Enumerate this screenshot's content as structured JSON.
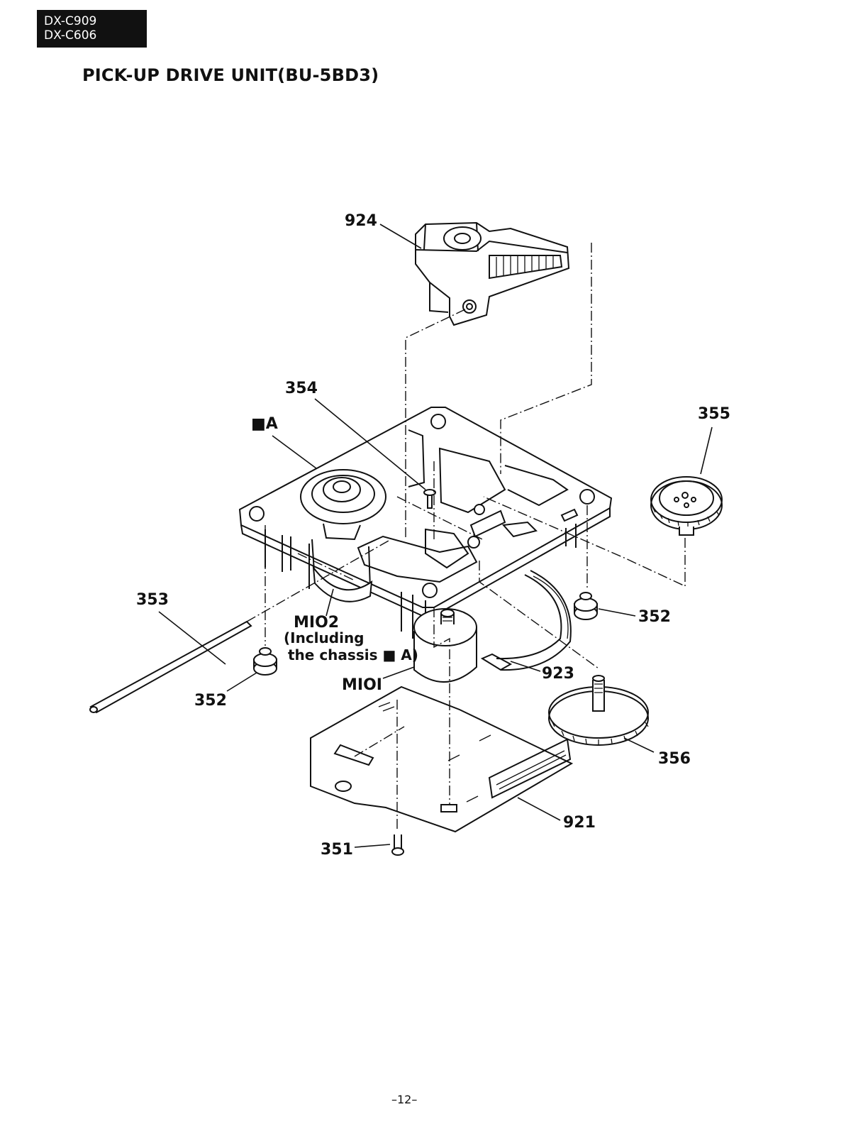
{
  "header": {
    "models": [
      "DX-C909",
      "DX-C606"
    ],
    "title": "PICK-UP DRIVE UNIT(BU-5BD3)"
  },
  "callouts": {
    "p924": "924",
    "p354": "354",
    "chassis_a": "■A",
    "p355": "355",
    "p353": "353",
    "m102": "MIO2",
    "m102_note_1": "(Including",
    "m102_note_2": "the chassis ■ A)",
    "p352_left": "352",
    "p352_right": "352",
    "m101": "MIOI",
    "p923": "923",
    "p356": "356",
    "p921": "921",
    "p351": "351"
  },
  "footer": {
    "page": "–12–"
  }
}
